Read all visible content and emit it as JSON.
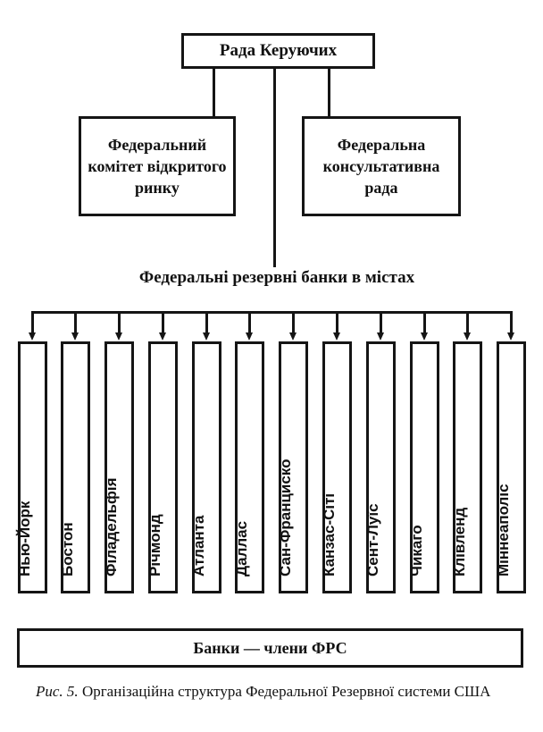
{
  "diagram": {
    "top": {
      "label": "Рада Керуючих"
    },
    "left": {
      "lines": [
        "Федеральний",
        "комітет відкритого",
        "ринку"
      ]
    },
    "right": {
      "lines": [
        "Федеральна",
        "консультативна",
        "рада"
      ]
    },
    "section_label": "Федеральні резервні банки в містах",
    "banks": [
      "Нью-Йорк",
      "Бостон",
      "Філадельфія",
      "Річмонд",
      "Атланта",
      "Даллас",
      "Сан-Франциско",
      "Канзас-Сіті",
      "Сент-Луїс",
      "Чикаго",
      "Клівленд",
      "Міннеаполіс"
    ],
    "member_banks": "Банки — члени ФРС"
  },
  "caption": {
    "prefix": "Рис. 5.",
    "text": " Організаційна структура  Федеральної Резервної системи США"
  },
  "colors": {
    "line": "#151515",
    "background": "#ffffff"
  }
}
